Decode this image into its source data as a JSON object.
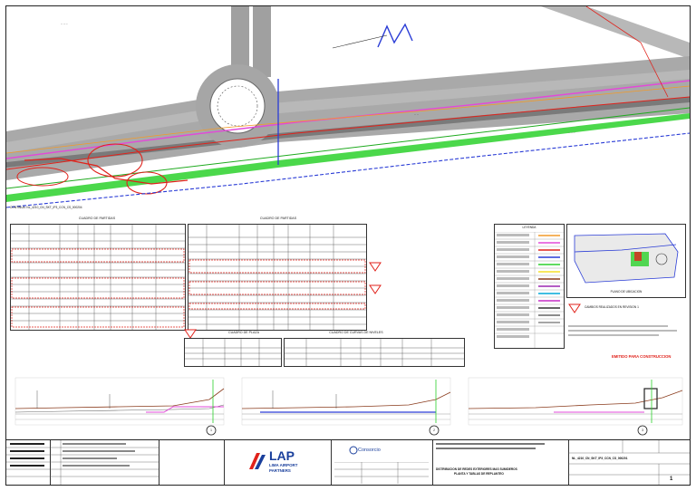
{
  "plan": {
    "continuation_note": "CONTINUA: NL_4210_CN_SKT_IP3_CCN_CS_000204"
  },
  "tables": {
    "left_title": "CUADRO DE PARTIDAS",
    "middle_title": "CUADRO DE PARTIDAS",
    "lower_title": "CUADRO DE PLAZA",
    "lower_right_title": "CUADRO DE CURVAS DE NIVELES"
  },
  "legend": {
    "title": "LEYENDA"
  },
  "location": {
    "caption": "PLANO DE UBICACION"
  },
  "revision": {
    "note": "CAMBIOS REALIZADOS EN REVISION 1"
  },
  "status": {
    "label": "EMITIDO PARA CONSTRUCCION"
  },
  "profiles": {
    "bubbles": [
      "1",
      "2",
      "3"
    ]
  },
  "title_block": {
    "logo_primary": "LAP",
    "logo_secondary": "LIMA AIRPORT",
    "logo_tertiary": "PARTNERS",
    "consortium": "Consorcio",
    "drawing_title_line1": "DISTRIBUCION DE REDES EXTERIORES MAS SUMIDEROS",
    "drawing_title_line2": "PLANTA Y TABLAS DE REPLANTEO",
    "drawing_number": "NL_4210_CN_SKT_IP3_CCN_CS_000201",
    "sheet_number": "1"
  },
  "colors": {
    "road_gray": "#9a9a9a",
    "green_line": "#2bd12b",
    "red_line": "#e0221b",
    "blue_line": "#2a3cd6",
    "magenta_line": "#e24ad8",
    "orange_line": "#f29a28",
    "lap_blue": "#1a3f9c",
    "lap_red": "#e0221b"
  }
}
